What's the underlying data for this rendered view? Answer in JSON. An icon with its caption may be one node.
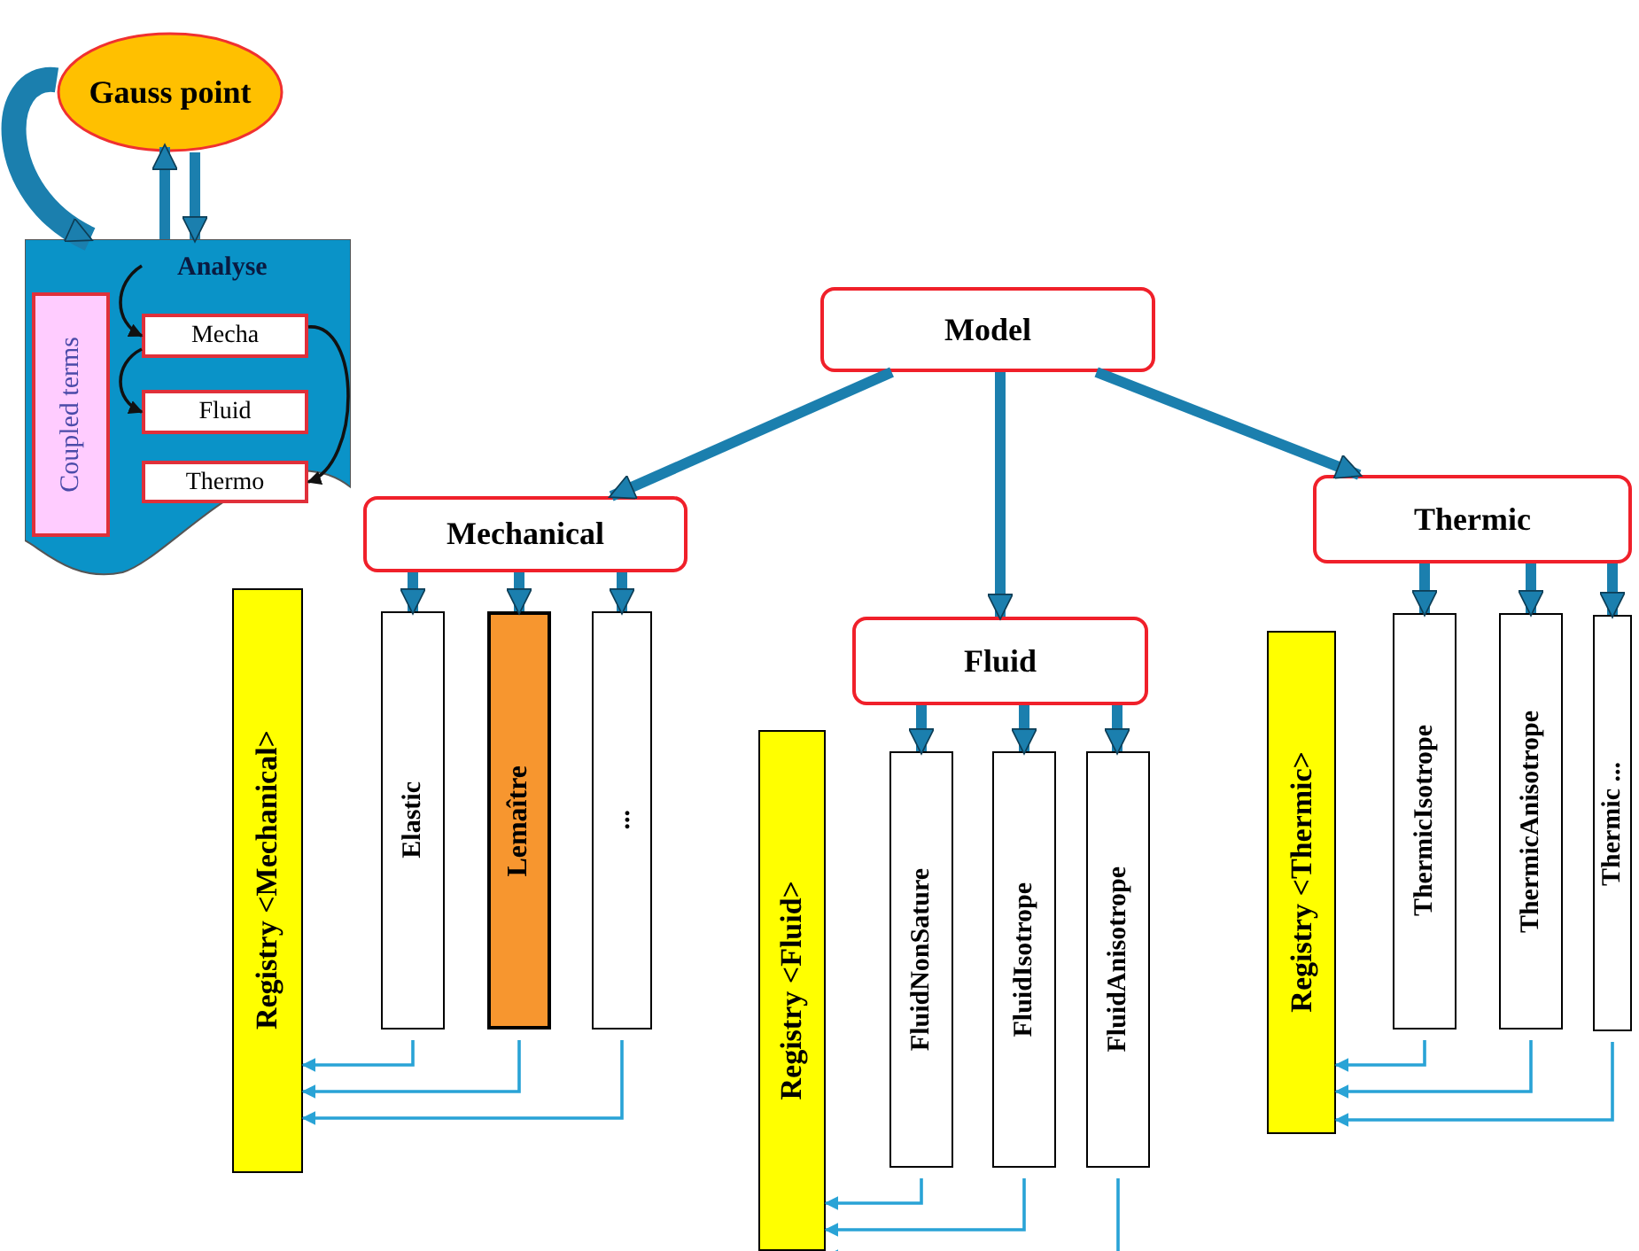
{
  "diagram": {
    "nodes": [
      {
        "text": [
          "Gauss point"
        ]
      },
      {
        "text": [
          "Analyse"
        ]
      },
      {
        "text": [
          "Coupled terms"
        ],
        "in": 1
      },
      {
        "text": [
          "Mecha"
        ],
        "in": 1
      },
      {
        "text": [
          "Fluid"
        ],
        "in": 1
      },
      {
        "text": [
          "Thermo"
        ],
        "in": 1
      },
      {
        "text": [
          "Model"
        ]
      },
      {
        "text": [
          "Mechanical"
        ]
      },
      {
        "text": [
          "Fluid"
        ]
      },
      {
        "text": [
          "Thermic"
        ]
      },
      {
        "text": [
          "Registry <Mechanical>"
        ]
      },
      {
        "text": [
          "Elastic"
        ]
      },
      {
        "text": [
          "Lemaître"
        ]
      },
      {
        "text": [
          "..."
        ]
      },
      {
        "text": [
          "Registry <Fluid>"
        ]
      },
      {
        "text": [
          "FluidNonSature"
        ]
      },
      {
        "text": [
          "FluidIsotrope"
        ]
      },
      {
        "text": [
          "FluidAnisotrope"
        ]
      },
      {
        "text": [
          "Registry <Thermic>"
        ]
      },
      {
        "text": [
          "ThermicIsotrope"
        ]
      },
      {
        "text": [
          "ThermicAnisotrope"
        ]
      },
      {
        "text": [
          "Thermic ..."
        ]
      }
    ],
    "edges": [
      {
        "from": 0,
        "to": 1,
        "arrow": "to",
        "style": "thick"
      },
      {
        "from": 1,
        "to": 0,
        "arrow": "to"
      },
      {
        "from": 0,
        "to": 1,
        "arrow": "to"
      },
      {
        "from": null,
        "to": 3,
        "arrow": "to",
        "color": "#111111"
      },
      {
        "from": 3,
        "to": 4,
        "arrow": "to",
        "color": "#111111"
      },
      {
        "from": 3,
        "to": 5,
        "arrow": "to",
        "color": "#111111"
      },
      {
        "from": 6,
        "to": 7,
        "arrow": "to"
      },
      {
        "from": 6,
        "to": 8,
        "arrow": "to"
      },
      {
        "from": 6,
        "to": 9,
        "arrow": "to"
      },
      {
        "from": 7,
        "to": 11,
        "arrow": "to"
      },
      {
        "from": 7,
        "to": 12,
        "arrow": "to"
      },
      {
        "from": 7,
        "to": 13,
        "arrow": "to"
      },
      {
        "from": 8,
        "to": 15,
        "arrow": "to"
      },
      {
        "from": 8,
        "to": 16,
        "arrow": "to"
      },
      {
        "from": 8,
        "to": 17,
        "arrow": "to"
      },
      {
        "from": 9,
        "to": 19,
        "arrow": "to"
      },
      {
        "from": 9,
        "to": 20,
        "arrow": "to"
      },
      {
        "from": 9,
        "to": 21,
        "arrow": "to"
      },
      {
        "from": 11,
        "to": 10,
        "arrow": "to",
        "color": "#29a3d6"
      },
      {
        "from": 12,
        "to": 10,
        "arrow": "to",
        "color": "#29a3d6"
      },
      {
        "from": 13,
        "to": 10,
        "arrow": "to",
        "color": "#29a3d6"
      },
      {
        "from": 15,
        "to": 14,
        "arrow": "to",
        "color": "#29a3d6"
      },
      {
        "from": 16,
        "to": 14,
        "arrow": "to",
        "color": "#29a3d6"
      },
      {
        "from": 17,
        "to": 14,
        "arrow": "to",
        "color": "#29a3d6"
      },
      {
        "from": 19,
        "to": 18,
        "arrow": "to",
        "color": "#29a3d6"
      },
      {
        "from": 20,
        "to": 18,
        "arrow": "to",
        "color": "#29a3d6"
      },
      {
        "from": 21,
        "to": 18,
        "arrow": "to",
        "color": "#29a3d6"
      }
    ]
  }
}
